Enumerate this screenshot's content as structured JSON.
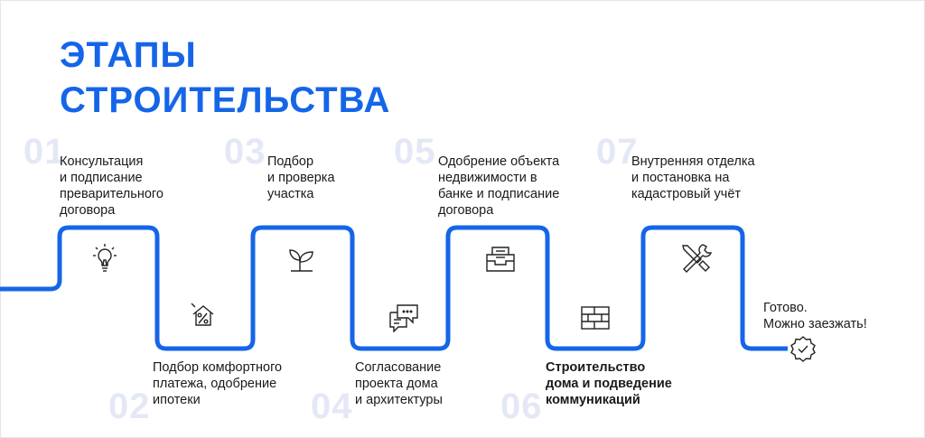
{
  "title": {
    "line1": "ЭТАПЫ",
    "line2": "СТРОИТЕЛЬСТВА"
  },
  "steps": [
    {
      "num": "01",
      "text": "Консультация\nи подписание\nпреварительного\nдоговора",
      "icon": "lightbulb-icon"
    },
    {
      "num": "02",
      "text": "Подбор комфортного\nплатежа, одобрение\nипотеки",
      "icon": "house-percent-icon"
    },
    {
      "num": "03",
      "text": "Подбор\nи проверка\nучастка",
      "icon": "sprout-icon"
    },
    {
      "num": "04",
      "text": "Согласование\nпроекта дома\nи архитектуры",
      "icon": "chat-bubbles-icon"
    },
    {
      "num": "05",
      "text": "Одобрение объекта\nнедвижимости в\nбанке и подписание\nдоговора",
      "icon": "inbox-document-icon"
    },
    {
      "num": "06",
      "text": "Строительство\nдома и подведение\nкоммуникаций",
      "icon": "bricks-icon"
    },
    {
      "num": "07",
      "text": "Внутренняя отделка\nи постановка на\nкадастровый учёт",
      "icon": "tools-icon"
    }
  ],
  "final": {
    "text": "Готово.\nМожно заезжать!",
    "icon": "check-badge-icon"
  },
  "colors": {
    "accent": "#1565e8",
    "number": "#e4e8f6",
    "text": "#1a1a1a"
  }
}
